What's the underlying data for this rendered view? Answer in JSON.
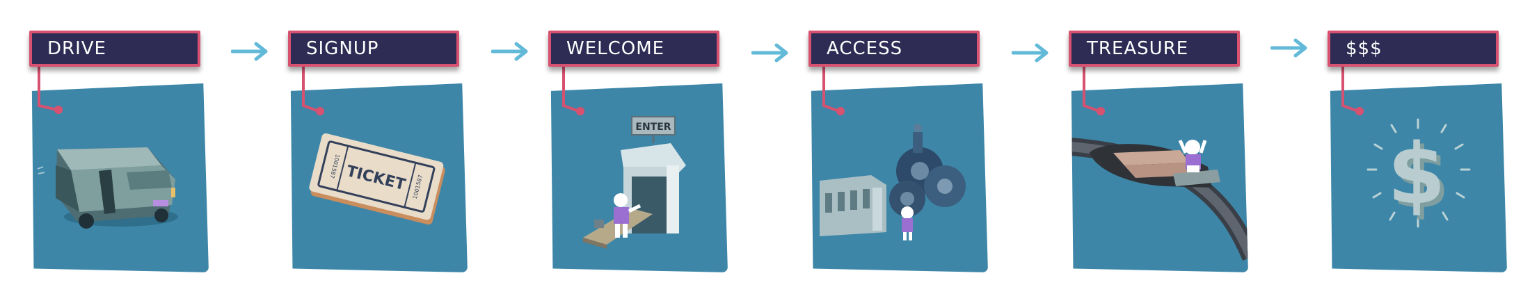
{
  "steps": [
    {
      "label": "DRIVE",
      "icon": "bus-icon"
    },
    {
      "label": "SIGNUP",
      "icon": "ticket-icon"
    },
    {
      "label": "WELCOME",
      "icon": "entrance-icon",
      "sign": "ENTER"
    },
    {
      "label": "ACCESS",
      "icon": "machinery-icon"
    },
    {
      "label": "TREASURE",
      "icon": "rollercoaster-icon"
    },
    {
      "label": "$$$",
      "icon": "dollar-icon"
    }
  ],
  "ticket_text": "TICKET",
  "ticket_serial": "1001587",
  "colors": {
    "label_bg": "#2e2c54",
    "label_border": "#d75170",
    "card_bg": "#3d86a8",
    "arrow": "#62b9d8"
  }
}
